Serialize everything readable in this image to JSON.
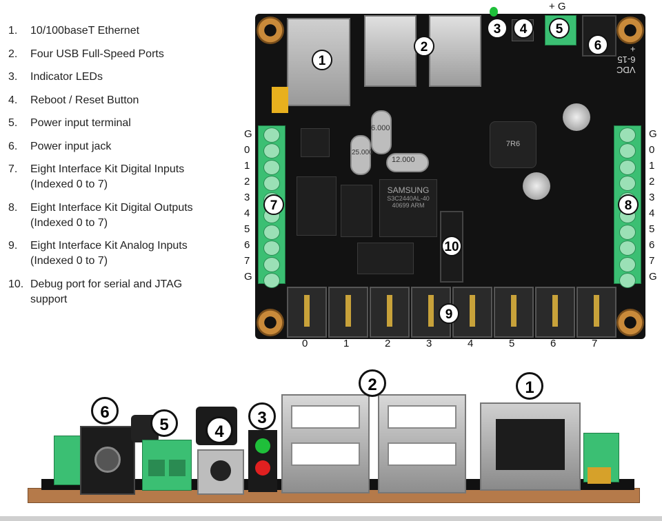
{
  "legend": [
    {
      "num": "1.",
      "text": "10/100baseT Ethernet"
    },
    {
      "num": "2.",
      "text": "Four USB Full-Speed Ports"
    },
    {
      "num": "3.",
      "text": "Indicator LEDs"
    },
    {
      "num": "4.",
      "text": "Reboot / Reset Button"
    },
    {
      "num": "5.",
      "text": "Power input terminal"
    },
    {
      "num": "6.",
      "text": "Power input jack"
    },
    {
      "num": "7.",
      "text": "Eight Interface Kit Digital Inputs\n(Indexed 0 to 7)"
    },
    {
      "num": "8.",
      "text": "Eight Interface Kit Digital Outputs\n(Indexed 0 to 7)"
    },
    {
      "num": "9.",
      "text": "Eight Interface Kit Analog Inputs\n(Indexed 0 to 7)"
    },
    {
      "num": "10.",
      "text": "Debug port for serial and JTAG\nsupport"
    }
  ],
  "board": {
    "power_label": "+ G",
    "jack_label": "VDC\n6-15\n+",
    "chip_samsung": "SAMSUNG",
    "chip_text": "S3C2440AL-40\n40699 ARM",
    "crystal1": "6.000",
    "crystal2": "12.000",
    "crystal3": "25.000",
    "inductor": "7R6",
    "digital_pins": [
      "G",
      "0",
      "1",
      "2",
      "3",
      "4",
      "5",
      "6",
      "7",
      "G"
    ],
    "analog_pins": [
      "0",
      "1",
      "2",
      "3",
      "4",
      "5",
      "6",
      "7"
    ]
  },
  "callouts": {
    "top": [
      "1",
      "2",
      "3",
      "4",
      "5",
      "6",
      "7",
      "8",
      "9",
      "10"
    ],
    "front": [
      "6",
      "5",
      "4",
      "3",
      "2",
      "1"
    ]
  },
  "colors": {
    "terminal_green": "#3bbf73",
    "led_green": "#1fbf3a",
    "led_red": "#e02020",
    "board_black": "#121212",
    "mount_copper": "#c98a3a"
  }
}
